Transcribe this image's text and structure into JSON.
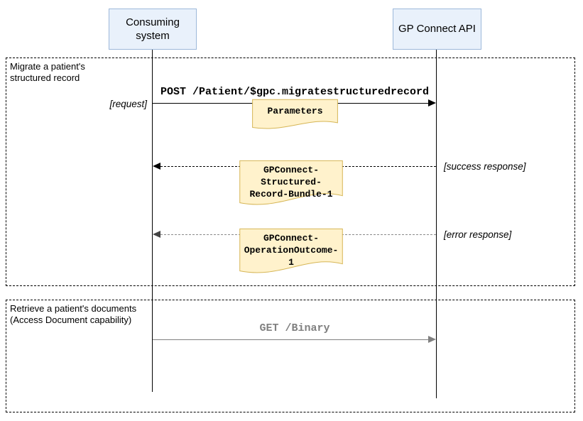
{
  "diagram": {
    "actors": [
      {
        "label": "Consuming\nsystem"
      },
      {
        "label": "GP Connect API"
      }
    ],
    "frames": [
      {
        "label": "Migrate a patient's\nstructured record"
      },
      {
        "label": "Retrieve a patient's documents\n(Access Document capability)"
      }
    ],
    "messages": [
      {
        "label": "POST /Patient/$gpc.migratestructuredrecord",
        "guard": "[request]",
        "from": "Consuming system",
        "to": "GP Connect API",
        "style": "solid",
        "color": "#000000"
      },
      {
        "label": "",
        "guard": "[success response]",
        "from": "GP Connect API",
        "to": "Consuming system",
        "style": "dashed",
        "color": "#000000"
      },
      {
        "label": "",
        "guard": "[error response]",
        "from": "GP Connect API",
        "to": "Consuming system",
        "style": "dashed",
        "color": "#808080"
      },
      {
        "label": "GET /Binary",
        "guard": "",
        "from": "Consuming system",
        "to": "GP Connect API",
        "style": "solid",
        "color": "#808080"
      }
    ],
    "documents": [
      {
        "label": "Parameters",
        "attached_to": "request"
      },
      {
        "label": "GPConnect-\nStructured-\nRecord-Bundle-1",
        "attached_to": "success response"
      },
      {
        "label": "GPConnect-\nOperationOutcome-\n1",
        "attached_to": "error response"
      }
    ],
    "colors": {
      "actor_fill": "#e9f1fb",
      "actor_border": "#9db8da",
      "document_fill": "#fff2cc",
      "document_border": "#d6b656",
      "line_black": "#000000",
      "line_gray": "#808080"
    }
  }
}
